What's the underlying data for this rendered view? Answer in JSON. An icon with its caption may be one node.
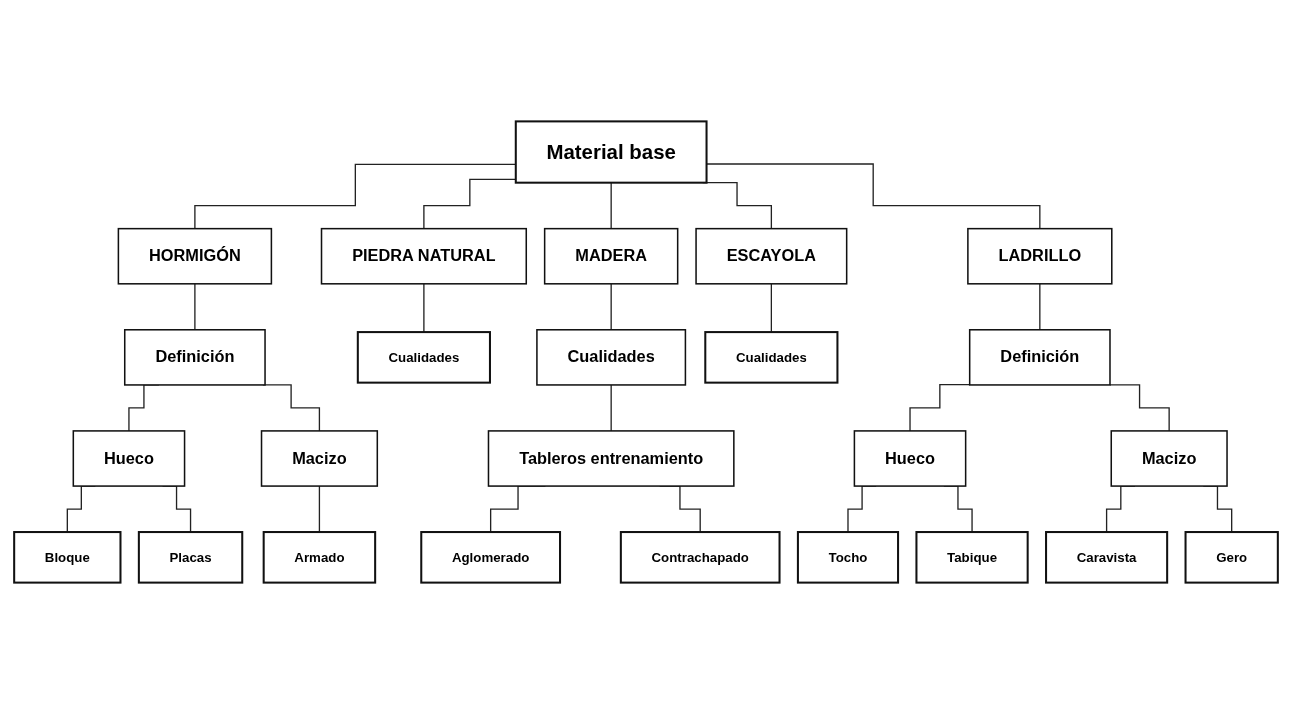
{
  "diagram": {
    "nodes": [
      {
        "text": [
          "Material base"
        ]
      },
      {
        "text": [
          "HORMIGÓN"
        ]
      },
      {
        "text": [
          "PIEDRA NATURAL"
        ]
      },
      {
        "text": [
          "MADERA"
        ]
      },
      {
        "text": [
          "ESCAYOLA"
        ]
      },
      {
        "text": [
          "LADRILLO"
        ]
      },
      {
        "text": [
          "Definición"
        ]
      },
      {
        "text": [
          "Cualidades"
        ]
      },
      {
        "text": [
          "Cualidades"
        ]
      },
      {
        "text": [
          "Cualidades"
        ]
      },
      {
        "text": [
          "Definición"
        ]
      },
      {
        "text": [
          "Hueco"
        ]
      },
      {
        "text": [
          "Macizo"
        ]
      },
      {
        "text": [
          "Tableros entrenamiento"
        ]
      },
      {
        "text": [
          "Hueco"
        ]
      },
      {
        "text": [
          "Macizo"
        ]
      },
      {
        "text": [
          "Bloque"
        ]
      },
      {
        "text": [
          "Placas"
        ]
      },
      {
        "text": [
          "Armado"
        ]
      },
      {
        "text": [
          "Aglomerado"
        ]
      },
      {
        "text": [
          "Contrachapado"
        ]
      },
      {
        "text": [
          "Tocho"
        ]
      },
      {
        "text": [
          "Tabique"
        ]
      },
      {
        "text": [
          "Caravista"
        ]
      },
      {
        "text": [
          "Gero"
        ]
      }
    ],
    "edges": [
      {
        "from": 0,
        "to": 1,
        "arrow": "none"
      },
      {
        "from": 0,
        "to": 2,
        "arrow": "none"
      },
      {
        "from": 0,
        "to": 3,
        "arrow": "none"
      },
      {
        "from": 0,
        "to": 4,
        "arrow": "none"
      },
      {
        "from": 0,
        "to": 5,
        "arrow": "none"
      },
      {
        "from": 1,
        "to": 6,
        "arrow": "none"
      },
      {
        "from": 2,
        "to": 7,
        "arrow": "none"
      },
      {
        "from": 3,
        "to": 8,
        "arrow": "none"
      },
      {
        "from": 4,
        "to": 9,
        "arrow": "none"
      },
      {
        "from": 5,
        "to": 10,
        "arrow": "none"
      },
      {
        "from": 6,
        "to": 11,
        "arrow": "none"
      },
      {
        "from": 6,
        "to": 12,
        "arrow": "none"
      },
      {
        "from": 8,
        "to": 13,
        "arrow": "none"
      },
      {
        "from": 10,
        "to": 14,
        "arrow": "none"
      },
      {
        "from": 10,
        "to": 15,
        "arrow": "none"
      },
      {
        "from": 11,
        "to": 16,
        "arrow": "none"
      },
      {
        "from": 11,
        "to": 17,
        "arrow": "none"
      },
      {
        "from": 12,
        "to": 18,
        "arrow": "none"
      },
      {
        "from": 13,
        "to": 19,
        "arrow": "none"
      },
      {
        "from": 13,
        "to": 20,
        "arrow": "none"
      },
      {
        "from": 14,
        "to": 21,
        "arrow": "none"
      },
      {
        "from": 14,
        "to": 22,
        "arrow": "none"
      },
      {
        "from": 15,
        "to": 23,
        "arrow": "none"
      },
      {
        "from": 15,
        "to": 24,
        "arrow": "none"
      }
    ]
  }
}
